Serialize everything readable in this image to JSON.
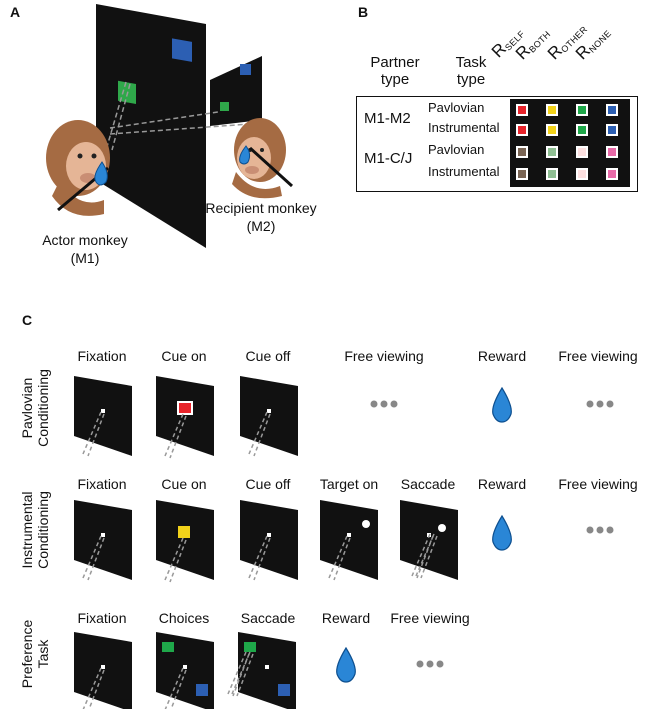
{
  "panels": {
    "a": "A",
    "b": "B",
    "c": "C"
  },
  "panel_a": {
    "actor_label": "Actor monkey",
    "actor_id": "(M1)",
    "recipient_label": "Recipient monkey",
    "recipient_id": "(M2)"
  },
  "panel_b": {
    "col_partner_1": "Partner",
    "col_partner_2": "type",
    "col_task_1": "Task",
    "col_task_2": "type",
    "reward_headers": [
      {
        "main": "R",
        "sub": "SELF"
      },
      {
        "main": "R",
        "sub": "BOTH"
      },
      {
        "main": "R",
        "sub": "OTHER"
      },
      {
        "main": "R",
        "sub": "NONE"
      }
    ],
    "rows": [
      {
        "partner": "M1-M2",
        "tasks": [
          "Pavlovian",
          "Instrumental"
        ]
      },
      {
        "partner": "M1-C/J",
        "tasks": [
          "Pavlovian",
          "Instrumental"
        ]
      }
    ],
    "cue_colors": [
      [
        "#e8242b",
        "#f2d21a",
        "#1fa84a",
        "#2c5fb3"
      ],
      [
        "#e8242b",
        "#f2d21a",
        "#1fa84a",
        "#2c5fb3"
      ],
      [
        "#7a6554",
        "#8fbf93",
        "#fde0e0",
        "#e86aa8"
      ],
      [
        "#7a6554",
        "#8fbf93",
        "#fde0e0",
        "#e86aa8"
      ]
    ]
  },
  "panel_c": {
    "pavlovian": {
      "row_label_1": "Pavlovian",
      "row_label_2": "Conditioning",
      "steps": [
        "Fixation",
        "Cue on",
        "Cue off",
        "Free viewing",
        "Reward",
        "Free viewing"
      ]
    },
    "instrumental": {
      "row_label_1": "Instrumental",
      "row_label_2": "Conditioning",
      "steps": [
        "Fixation",
        "Cue on",
        "Cue off",
        "Target on",
        "Saccade",
        "Reward",
        "Free viewing"
      ]
    },
    "preference": {
      "row_label_1": "Preference",
      "row_label_2": "Task",
      "steps": [
        "Fixation",
        "Choices",
        "Saccade",
        "Reward",
        "Free viewing"
      ]
    }
  },
  "colors": {
    "screen": "#111111",
    "red_cue": "#e8242b",
    "yellow_cue": "#f2d21a",
    "green": "#1fa84a",
    "blue": "#2c5fb3",
    "drop": "#2a86d6",
    "dots": "#888888"
  }
}
